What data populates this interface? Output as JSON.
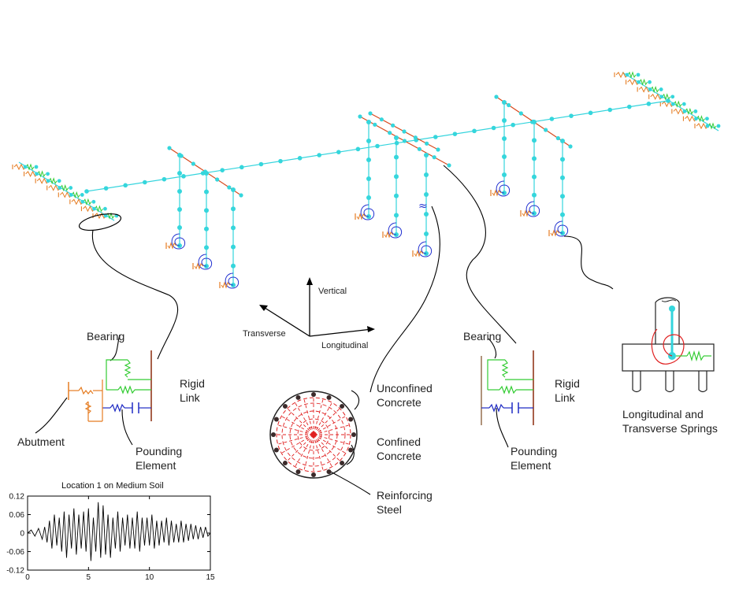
{
  "axes_triad": {
    "vertical": "Vertical",
    "transverse": "Transverse",
    "longitudinal": "Longitudinal"
  },
  "bearing_detail_left": {
    "bearing": "Bearing",
    "rigid_link": "Rigid Link",
    "abutment": "Abutment",
    "pounding": "Pounding Element"
  },
  "section_detail": {
    "unconfined": "Unconfined Concrete",
    "confined": "Confined Concrete",
    "steel": "Reinforcing Steel"
  },
  "bearing_detail_right": {
    "bearing": "Bearing",
    "rigid_link": "Rigid Link",
    "pounding": "Pounding Element"
  },
  "foundation_detail": {
    "label": "Longitudinal and Transverse Springs"
  },
  "colors": {
    "element": "#33d4dd",
    "cap_beam": "#d84a1e",
    "abutment_spring": "#e57c22",
    "bearing_spring": "#33cc33",
    "pounding": "#1f2bc4",
    "hinge": "#2030d0",
    "concrete": "#e02020"
  },
  "chart_data": {
    "type": "line",
    "title": "Location 1 on Medium Soil",
    "xlabel": "",
    "ylabel": "",
    "xlim": [
      0,
      15
    ],
    "ylim": [
      -0.12,
      0.12
    ],
    "xticks": [
      0,
      5,
      10,
      15
    ],
    "yticks": [
      0.12,
      0.06,
      0,
      -0.06,
      -0.12
    ],
    "ytick_labels": [
      "0.12",
      "0.06",
      "0",
      "-0.06",
      "-0.12"
    ],
    "xtick_labels": [
      "0",
      "5",
      "10",
      "15"
    ],
    "grid": false,
    "series": [
      {
        "x": [
          0.0,
          0.3,
          0.6,
          0.9,
          1.2,
          1.4,
          1.6,
          1.8,
          2.0,
          2.2,
          2.4,
          2.6,
          2.8,
          3.0,
          3.2,
          3.4,
          3.6,
          3.8,
          4.0,
          4.2,
          4.4,
          4.6,
          4.8,
          5.0,
          5.2,
          5.4,
          5.6,
          5.8,
          6.0,
          6.2,
          6.4,
          6.6,
          6.8,
          7.0,
          7.2,
          7.4,
          7.6,
          7.8,
          8.0,
          8.2,
          8.4,
          8.6,
          8.8,
          9.0,
          9.2,
          9.4,
          9.6,
          9.8,
          10.0,
          10.2,
          10.4,
          10.6,
          10.8,
          11.0,
          11.2,
          11.4,
          11.6,
          11.8,
          12.0,
          12.2,
          12.4,
          12.6,
          12.8,
          13.0,
          13.2,
          13.4,
          13.6,
          13.8,
          14.0,
          14.2,
          14.4,
          14.6,
          14.8,
          15.0
        ],
        "y": [
          0.0,
          0.01,
          -0.01,
          0.015,
          -0.02,
          0.02,
          -0.03,
          0.04,
          -0.05,
          0.06,
          -0.04,
          0.05,
          -0.06,
          0.07,
          -0.08,
          0.06,
          -0.05,
          0.08,
          -0.07,
          0.06,
          -0.05,
          0.07,
          -0.06,
          0.08,
          -0.09,
          0.05,
          -0.06,
          0.1,
          -0.08,
          0.09,
          -0.07,
          0.06,
          -0.08,
          0.05,
          -0.05,
          0.07,
          -0.06,
          0.05,
          -0.04,
          0.06,
          -0.05,
          0.05,
          -0.05,
          0.07,
          -0.06,
          0.05,
          -0.04,
          0.05,
          -0.04,
          0.06,
          -0.05,
          0.04,
          -0.04,
          0.04,
          -0.03,
          0.05,
          -0.04,
          0.04,
          -0.03,
          0.03,
          -0.03,
          0.04,
          -0.03,
          0.03,
          -0.025,
          0.03,
          -0.02,
          0.025,
          -0.02,
          0.02,
          -0.015,
          0.02,
          -0.01,
          0.0
        ]
      }
    ]
  }
}
